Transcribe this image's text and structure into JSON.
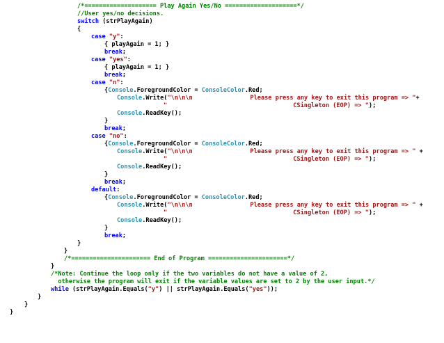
{
  "lines": [
    [
      {
        "t": "/*==================== Play Again Yes/No ====================*/",
        "c": "cm"
      }
    ],
    [
      {
        "t": "//User yes/no decisions.",
        "c": "cm"
      }
    ],
    [
      {
        "t": "switch",
        "c": "kw"
      },
      {
        "t": " (strPlayAgain)",
        "c": "pl"
      }
    ],
    [
      {
        "t": "{",
        "c": "pl"
      }
    ],
    [
      {
        "t": "case",
        "c": "kw"
      },
      {
        "t": " ",
        "c": "pl"
      },
      {
        "t": "\"y\"",
        "c": "str"
      },
      {
        "t": ":",
        "c": "pl"
      }
    ],
    [
      {
        "t": "{ playAgain = 1; }",
        "c": "pl"
      }
    ],
    [
      {
        "t": "break",
        "c": "kw"
      },
      {
        "t": ";",
        "c": "pl"
      }
    ],
    [
      {
        "t": "case",
        "c": "kw"
      },
      {
        "t": " ",
        "c": "pl"
      },
      {
        "t": "\"yes\"",
        "c": "str"
      },
      {
        "t": ":",
        "c": "pl"
      }
    ],
    [
      {
        "t": "{ playAgain = 1; }",
        "c": "pl"
      }
    ],
    [
      {
        "t": "break",
        "c": "kw"
      },
      {
        "t": ";",
        "c": "pl"
      }
    ],
    [
      {
        "t": "case",
        "c": "kw"
      },
      {
        "t": " ",
        "c": "pl"
      },
      {
        "t": "\"n\"",
        "c": "str"
      },
      {
        "t": ":",
        "c": "pl"
      }
    ],
    [
      {
        "t": "{",
        "c": "pl"
      },
      {
        "t": "Console",
        "c": "ty"
      },
      {
        "t": ".ForegroundColor = ",
        "c": "pl"
      },
      {
        "t": "ConsoleColor",
        "c": "ty"
      },
      {
        "t": ".Red;",
        "c": "pl"
      }
    ],
    [
      {
        "t": "Console",
        "c": "ty"
      },
      {
        "t": ".Write(",
        "c": "pl"
      },
      {
        "t": "\"\\n\\n\\n                Please press any key to exit this program => \"",
        "c": "str"
      },
      {
        "t": "+",
        "c": "pl"
      }
    ],
    [
      {
        "t": "\"                                   CSingleton (EOP) => \"",
        "c": "str"
      },
      {
        "t": ");",
        "c": "pl"
      }
    ],
    [
      {
        "t": "Console",
        "c": "ty"
      },
      {
        "t": ".ReadKey();",
        "c": "pl"
      }
    ],
    [
      {
        "t": "}",
        "c": "pl"
      }
    ],
    [
      {
        "t": "break",
        "c": "kw"
      },
      {
        "t": ";",
        "c": "pl"
      }
    ],
    [
      {
        "t": "case",
        "c": "kw"
      },
      {
        "t": " ",
        "c": "pl"
      },
      {
        "t": "\"no\"",
        "c": "str"
      },
      {
        "t": ":",
        "c": "pl"
      }
    ],
    [
      {
        "t": "{",
        "c": "pl"
      },
      {
        "t": "Console",
        "c": "ty"
      },
      {
        "t": ".ForegroundColor = ",
        "c": "pl"
      },
      {
        "t": "ConsoleColor",
        "c": "ty"
      },
      {
        "t": ".Red;",
        "c": "pl"
      }
    ],
    [
      {
        "t": "Console",
        "c": "ty"
      },
      {
        "t": ".Write(",
        "c": "pl"
      },
      {
        "t": "\"\\n\\n\\n                Please press any key to exit this program => \"",
        "c": "str"
      },
      {
        "t": " +",
        "c": "pl"
      }
    ],
    [
      {
        "t": "\"                                   CSingleton (EOP) => \"",
        "c": "str"
      },
      {
        "t": ");",
        "c": "pl"
      }
    ],
    [
      {
        "t": "Console",
        "c": "ty"
      },
      {
        "t": ".ReadKey();",
        "c": "pl"
      }
    ],
    [
      {
        "t": "}",
        "c": "pl"
      }
    ],
    [
      {
        "t": "break",
        "c": "kw"
      },
      {
        "t": ";",
        "c": "pl"
      }
    ],
    [
      {
        "t": "default",
        "c": "kw"
      },
      {
        "t": ":",
        "c": "pl"
      }
    ],
    [
      {
        "t": "{",
        "c": "pl"
      },
      {
        "t": "Console",
        "c": "ty"
      },
      {
        "t": ".ForegroundColor = ",
        "c": "pl"
      },
      {
        "t": "ConsoleColor",
        "c": "ty"
      },
      {
        "t": ".Red;",
        "c": "pl"
      }
    ],
    [
      {
        "t": "Console",
        "c": "ty"
      },
      {
        "t": ".Write(",
        "c": "pl"
      },
      {
        "t": "\"\\n\\n\\n                Please press any key to exit this program => \"",
        "c": "str"
      },
      {
        "t": " +",
        "c": "pl"
      }
    ],
    [
      {
        "t": "\"                                   CSingleton (EOP) => \"",
        "c": "str"
      },
      {
        "t": ");",
        "c": "pl"
      }
    ],
    [
      {
        "t": "Console",
        "c": "ty"
      },
      {
        "t": ".ReadKey();",
        "c": "pl"
      }
    ],
    [
      {
        "t": "}",
        "c": "pl"
      }
    ],
    [
      {
        "t": "break",
        "c": "kw"
      },
      {
        "t": ";",
        "c": "pl"
      }
    ],
    [
      {
        "t": "}",
        "c": "pl"
      }
    ],
    [
      {
        "t": "}",
        "c": "pl"
      }
    ],
    [
      {
        "t": "/*====================== End of Program ======================*/",
        "c": "cm"
      }
    ],
    [
      {
        "t": "}",
        "c": "pl"
      }
    ],
    [
      {
        "t": "/*Note: Continue the loop only if the two variables do not have a value of 2,",
        "c": "cm"
      }
    ],
    [
      {
        "t": "  otherwise the program will exit if the variable values are set to 2 by the user input.*/",
        "c": "cm"
      }
    ],
    [
      {
        "t": "while",
        "c": "kw"
      },
      {
        "t": " (strPlayAgain.Equals(",
        "c": "pl"
      },
      {
        "t": "\"y\"",
        "c": "str"
      },
      {
        "t": ") || strPlayAgain.Equals(",
        "c": "pl"
      },
      {
        "t": "\"yes\"",
        "c": "str"
      },
      {
        "t": "));",
        "c": "pl"
      }
    ],
    [
      {
        "t": "}",
        "c": "pl"
      }
    ],
    [
      {
        "t": "}",
        "c": "pl"
      }
    ],
    [
      {
        "t": "}",
        "c": "pl"
      }
    ]
  ],
  "colors": {
    "keyword": "#0000ff",
    "string": "#a31515",
    "comment": "#008000",
    "type": "#2b91af",
    "plain": "#000000",
    "background": "#ffffff"
  }
}
